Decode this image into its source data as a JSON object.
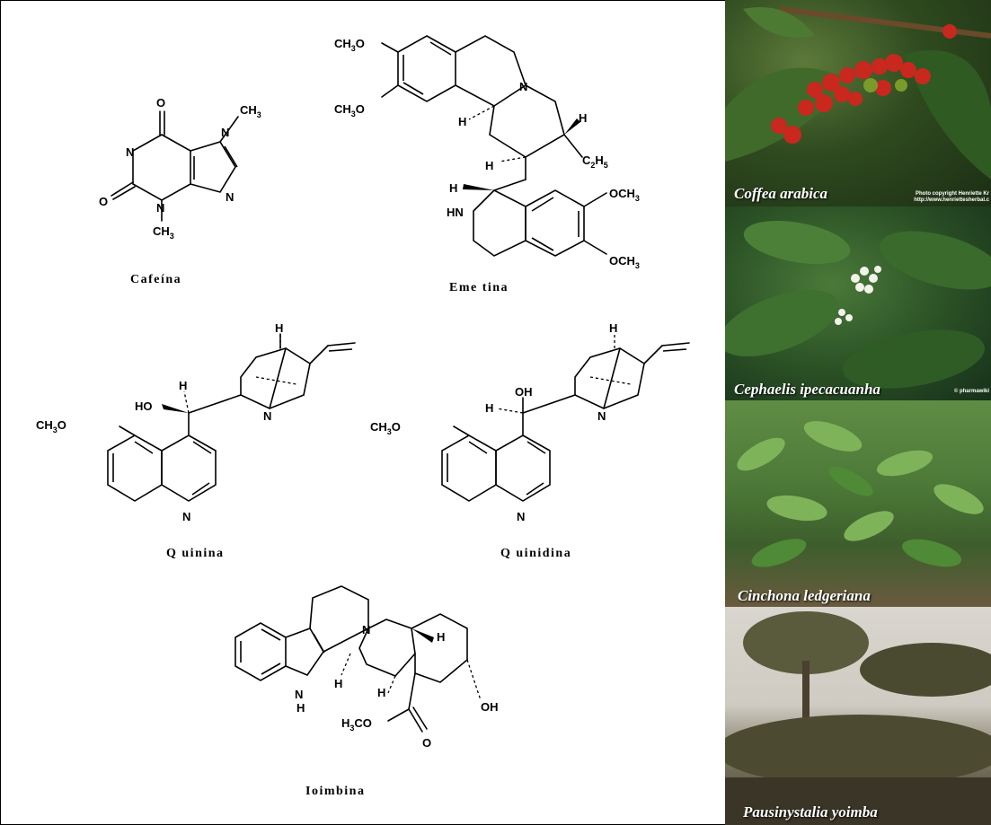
{
  "compounds": {
    "caffeine": {
      "name": "Cafeína",
      "atoms": {
        "o1": "O",
        "o2": "O",
        "n1": "N",
        "n3": "N",
        "n7": "N",
        "n9": "N",
        "me7": "CH",
        "me7sub": "3",
        "me3": "CH",
        "me3sub": "3"
      }
    },
    "emetine": {
      "name": "Eme tina",
      "atoms": {
        "meo1": "CH",
        "meo1sub": "3",
        "meo1o": "O",
        "meo2": "CH",
        "meo2sub": "3",
        "meo2o": "O",
        "n": "N",
        "h1": "H",
        "h2": "H",
        "h3": "H",
        "et": "C",
        "etsub1": "2",
        "eth": "H",
        "etsub2": "5",
        "h4": "H",
        "hn": "HN",
        "ome1": "OCH",
        "ome1sub": "3",
        "ome2": "OCH",
        "ome2sub": "3"
      }
    },
    "quinine": {
      "name": "Q uinina",
      "atoms": {
        "h_top": "H",
        "h_c": "H",
        "ho": "HO",
        "n_bridge": "N",
        "meo": "CH",
        "meosub": "3",
        "meoo": "O",
        "n_ring": "N"
      }
    },
    "quinidine": {
      "name": "Q uinidina",
      "atoms": {
        "h_top": "H",
        "oh": "OH",
        "h_c": "H",
        "n_bridge": "N",
        "meo": "CH",
        "meosub": "3",
        "meoo": "O",
        "n_ring": "N"
      }
    },
    "yohimbine": {
      "name": "Ioimbina",
      "atoms": {
        "n": "N",
        "h1": "H",
        "nh": "N",
        "nh_h": "H",
        "h2": "H",
        "h3": "H",
        "oh": "OH",
        "h3c": "H",
        "h3csub": "3",
        "co": "CO",
        "o": "O"
      }
    }
  },
  "photos": [
    {
      "caption": "Coffea arabica",
      "credit_line1": "Photo copyright Henriette Kr",
      "credit_line2": "http://www.henriettesherbal.c"
    },
    {
      "caption": "Cephaelis ipecacuanha",
      "credit_line1": "© pharmawiki"
    },
    {
      "caption": "Cinchona ledgeriana"
    },
    {
      "caption": "Pausinystalia yoimba"
    }
  ]
}
